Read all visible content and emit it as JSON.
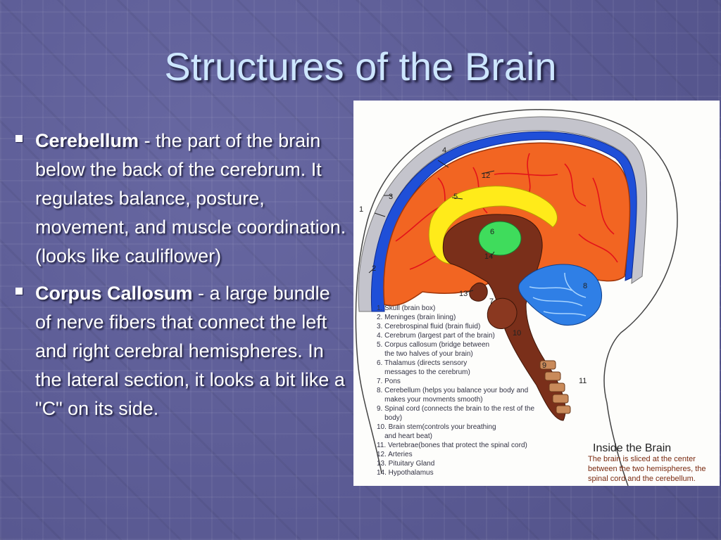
{
  "slide": {
    "title": "Structures of the Brain",
    "bullets": [
      {
        "term": "Cerebellum",
        "text": " - the part of the brain below the back of the cerebrum. It regulates balance, posture, movement, and muscle coordination. (looks like cauliflower)"
      },
      {
        "term": "Corpus Callosum",
        "text": " - a large bundle of nerve fibers that connect the left and right cerebral hemispheres. In the lateral section, it looks a bit like a \"C\" on its side."
      }
    ]
  },
  "figure": {
    "labels": [
      "1",
      "2",
      "3",
      "4",
      "5",
      "6",
      "7",
      "8",
      "9",
      "10",
      "11",
      "12",
      "13",
      "14"
    ],
    "legend": [
      "1. Skull (brain box)",
      "2. Meninges (brain lining)",
      "3. Cerebrospinal fluid (brain fluid)",
      "4. Cerebrum (largest part of the brain)",
      "5. Corpus callosum (bridge between",
      "    the two halves of your brain)",
      "6. Thalamus (directs sensory",
      "    messages to the cerebrum)",
      "7. Pons",
      "8. Cerebellum (helps you balance your body and",
      "    makes your movments smooth)",
      "9. Spinal cord (connects the brain to the rest of the",
      "    body)",
      "10. Brain stem(controls your breathing",
      "    and heart beat)",
      "11. Vertebrae(bones that protect the spinal cord)",
      "12. Arteries",
      "13. Pituitary Gland",
      "14. Hypothalamus"
    ],
    "caption_title": "Inside the Brain",
    "caption_text": "The brain is sliced at the center between the two hemispheres, the spinal cord and the cerebellum."
  }
}
